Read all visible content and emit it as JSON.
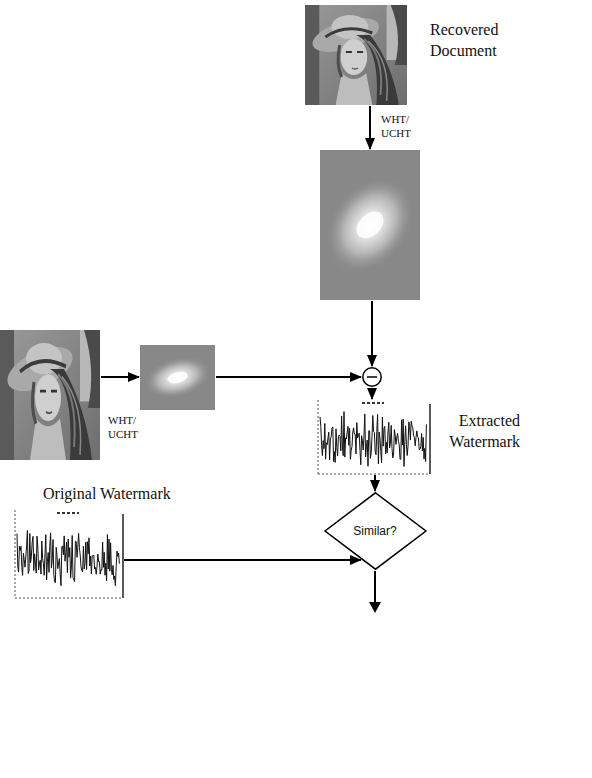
{
  "diagram": {
    "nodes": [
      {
        "text": [
          "Recovered Document"
        ]
      },
      {
        "text": []
      },
      {
        "text": []
      },
      {
        "text": []
      },
      {
        "text": []
      },
      {
        "text": [
          "Extracted Watermark"
        ]
      },
      {
        "text": [
          "Original Watermark"
        ]
      },
      {
        "text": [
          "Similar?"
        ]
      }
    ],
    "edges": [
      {
        "from": 0,
        "to": 1,
        "label": "WHT/ UCHT",
        "arrow": "to"
      },
      {
        "from": 1,
        "to": 4,
        "arrow": "to"
      },
      {
        "from": 2,
        "to": 3,
        "label": "WHT/ UCHT",
        "arrow": "to"
      },
      {
        "from": 3,
        "to": 4,
        "arrow": "to"
      },
      {
        "from": 4,
        "to": 5,
        "arrow": "to"
      },
      {
        "from": 5,
        "to": 7,
        "arrow": "to"
      },
      {
        "from": 6,
        "to": 7,
        "arrow": "to"
      }
    ]
  }
}
